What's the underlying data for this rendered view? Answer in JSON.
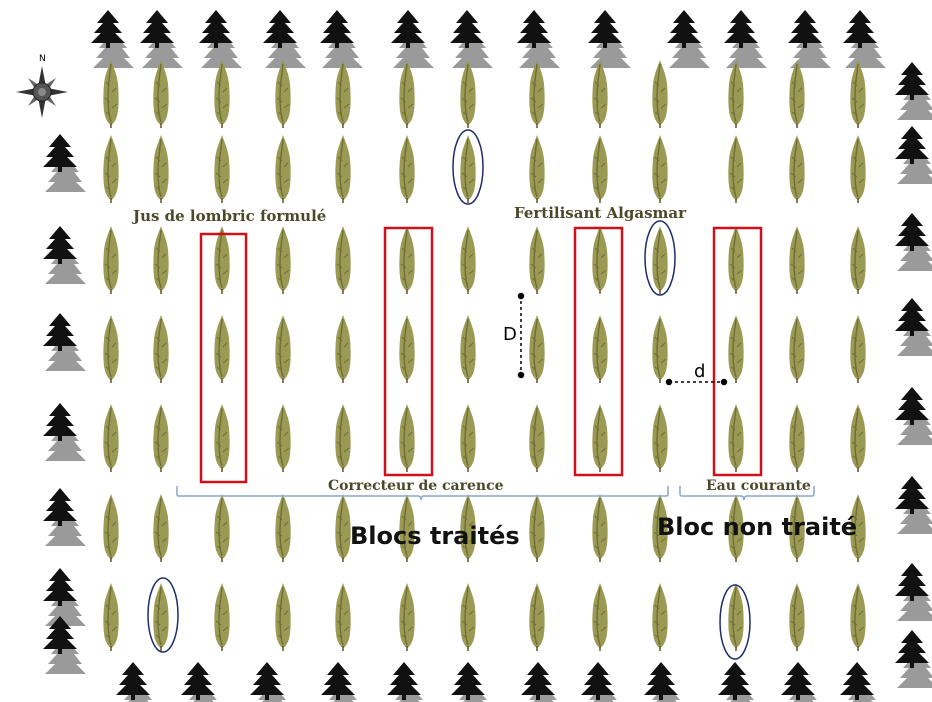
{
  "labels": {
    "jus": "Jus de lombric formulé",
    "fertilisant": "Fertilisant Algasmar",
    "correcteur": "Correcteur de carence",
    "eau": "Eau  courante",
    "blocs_traites": "Blocs traités",
    "bloc_non_traite": "Bloc non traité",
    "spacing_rows": "D",
    "spacing_cols": "d",
    "compass_north": "N"
  },
  "colors": {
    "treatment_box": "#d0101a",
    "sample_ellipse": "#1f2d6b",
    "brace": "#8aa6c8",
    "tree_foliage": "#9b9a55",
    "pine": "#111111",
    "pine_shadow": "#9a9a9a"
  },
  "icons": {
    "crop_tree": "cypress-tree-icon",
    "border_tree": "pine-tree-icon",
    "compass": "compass-rose-icon"
  }
}
